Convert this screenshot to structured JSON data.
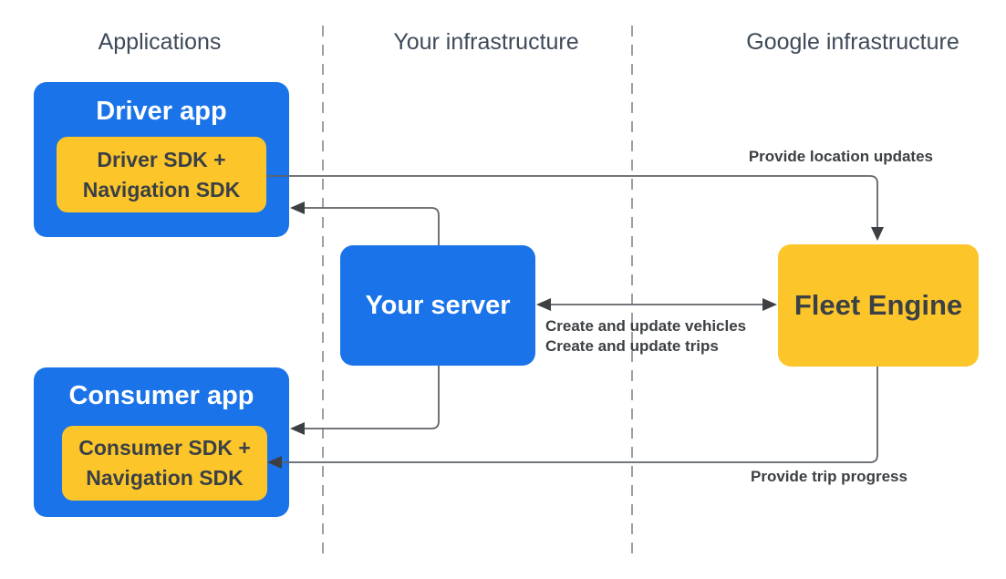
{
  "diagram": {
    "columns": [
      {
        "label": "Applications"
      },
      {
        "label": "Your infrastructure"
      },
      {
        "label": "Google infrastructure"
      }
    ],
    "nodes": {
      "driver_app": {
        "title": "Driver app",
        "sdk": {
          "line1": "Driver SDK +",
          "line2": "Navigation SDK"
        }
      },
      "consumer_app": {
        "title": "Consumer app",
        "sdk": {
          "line1": "Consumer SDK +",
          "line2": "Navigation SDK"
        }
      },
      "your_server": {
        "title": "Your server"
      },
      "fleet_engine": {
        "title": "Fleet Engine"
      }
    },
    "edges": {
      "location_updates": {
        "label": "Provide location updates"
      },
      "vehicles_trips": {
        "line1": "Create and update vehicles",
        "line2": "Create and update trips"
      },
      "trip_progress": {
        "label": "Provide trip progress"
      }
    },
    "colors": {
      "node_blue": "#1A73E8",
      "node_yellow": "#FCC62B",
      "node_text_dark": "#3B4045",
      "heading_text": "#3E4A59",
      "label_text": "#3C4043",
      "connector_line": "#5F6368",
      "arrowhead": "#3C4043",
      "divider": "#9AA0A6"
    }
  }
}
